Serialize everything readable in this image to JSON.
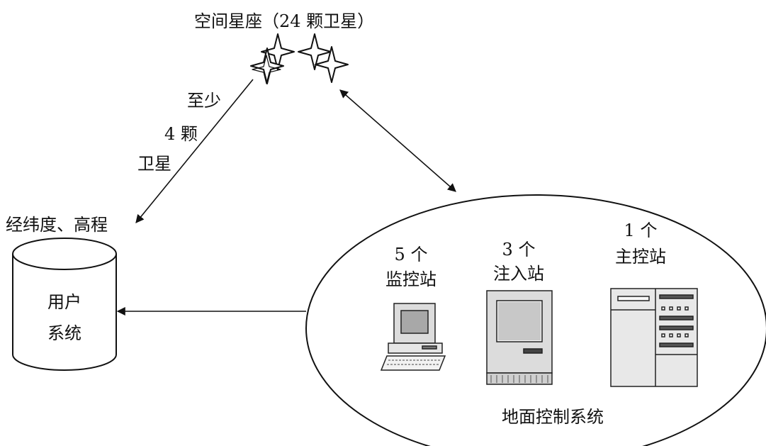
{
  "satellites": {
    "title": "空间星座（24 颗卫星）"
  },
  "link_label": {
    "line1": "至少",
    "line2": "4 颗",
    "line3": "卫星"
  },
  "user": {
    "output_label": "经纬度、高程",
    "name_line1": "用户",
    "name_line2": "系统"
  },
  "ground": {
    "title": "地面控制系统",
    "monitor": {
      "count": "5 个",
      "name": "监控站"
    },
    "injection": {
      "count": "3 个",
      "name": "注入站"
    },
    "master": {
      "count": "1 个",
      "name": "主控站"
    }
  },
  "colors": {
    "ink": "#111111",
    "panel_light": "#e8e8e8",
    "panel_dark": "#8a8a8a"
  }
}
